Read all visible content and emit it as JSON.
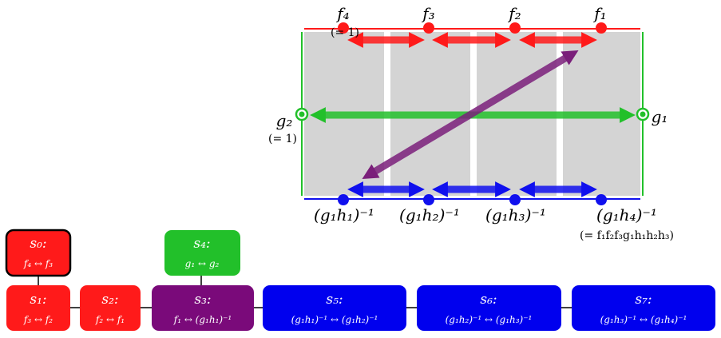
{
  "colors": {
    "red": "#ff1a1a",
    "green": "#22c02a",
    "blue": "#1010ee",
    "purple": "#7a1f7a",
    "panel": "#d4d4d4"
  },
  "top_labels": {
    "f4": "f₄",
    "f4_note": "(= 1)",
    "f3": "f₃",
    "f2": "f₂",
    "f1": "f₁"
  },
  "side_labels": {
    "g2": "g₂",
    "g2_note": "(= 1)",
    "g1": "g₁"
  },
  "bottom_labels": {
    "gh1": "(g₁h₁)⁻¹",
    "gh2": "(g₁h₂)⁻¹",
    "gh3": "(g₁h₃)⁻¹",
    "gh4": "(g₁h₄)⁻¹",
    "gh4_note": "(= f₁f₂f₃g₁h₁h₂h₃)"
  },
  "states": {
    "s0": {
      "title": "s₀:",
      "rel": "f₄ ↔ f₃"
    },
    "s1": {
      "title": "s₁:",
      "rel": "f₃ ↔ f₂"
    },
    "s2": {
      "title": "s₂:",
      "rel": "f₂ ↔ f₁"
    },
    "s3": {
      "title": "s₃:",
      "rel": "f₁ ↔ (g₁h₁)⁻¹"
    },
    "s4": {
      "title": "s₄:",
      "rel": "g₁ ↔ g₂"
    },
    "s5": {
      "title": "s₅:",
      "rel": "(g₁h₁)⁻¹ ↔ (g₁h₂)⁻¹"
    },
    "s6": {
      "title": "s₆:",
      "rel": "(g₁h₂)⁻¹ ↔ (g₁h₃)⁻¹"
    },
    "s7": {
      "title": "s₇:",
      "rel": "(g₁h₃)⁻¹ ↔ (g₁h₄)⁻¹"
    }
  }
}
